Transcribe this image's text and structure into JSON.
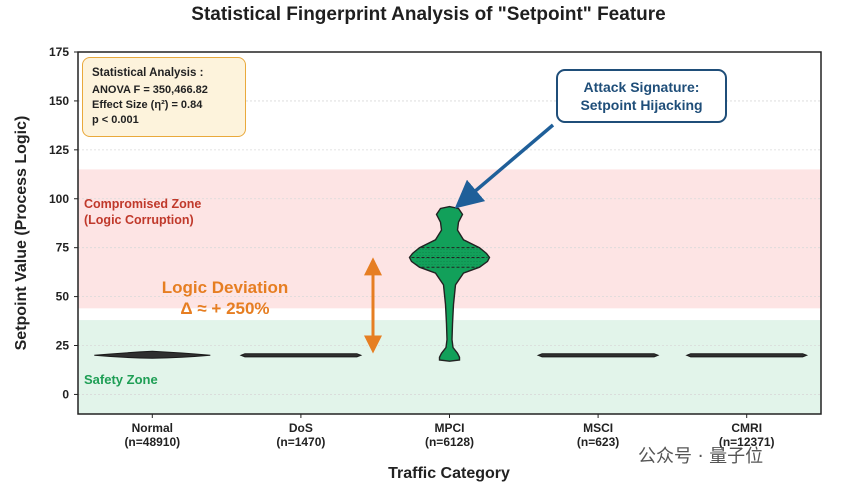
{
  "chart_data": {
    "type": "violin",
    "title": "Statistical Fingerprint Analysis of \"Setpoint\" Feature",
    "xlabel": "Traffic Category",
    "ylabel": "Setpoint Value (Process Logic)",
    "ylim": [
      -10,
      175
    ],
    "yticks": [
      "0",
      "25",
      "50",
      "75",
      "100",
      "125",
      "150",
      "175"
    ],
    "categories": [
      "Normal",
      "DoS",
      "MPCI",
      "MSCI",
      "CMRI"
    ],
    "counts": [
      "(n=48910)",
      "(n=1470)",
      "(n=6128)",
      "(n=623)",
      "(n=12371)"
    ],
    "distributions": [
      {
        "category": "Normal",
        "center": 20,
        "min": 19,
        "max": 21
      },
      {
        "category": "DoS",
        "center": 20,
        "min": 19.5,
        "max": 20.5
      },
      {
        "category": "MPCI",
        "median": 70,
        "min": 17,
        "max": 96,
        "modes": [
          70,
          20
        ]
      },
      {
        "category": "MSCI",
        "center": 20,
        "min": 19.5,
        "max": 20.5
      },
      {
        "category": "CMRI",
        "center": 20,
        "min": 19.5,
        "max": 20.5
      }
    ],
    "zones": [
      {
        "name": "Compromised Zone (Logic Corruption)",
        "from": 44,
        "to": 115,
        "color": "#fde4e4"
      },
      {
        "name": "Safety Zone",
        "from": -10,
        "to": 38,
        "color": "#e2f4ea"
      }
    ],
    "annotations": {
      "stats_title": "Statistical Analysis :",
      "stats_lines": [
        "ANOVA F = 350,466.82",
        "Effect Size (η²) = 0.84",
        "p < 0.001"
      ],
      "attack_line1": "Attack Signature:",
      "attack_line2": "Setpoint Hijacking",
      "compromised_line1": "Compromised Zone",
      "compromised_line2": "(Logic Corruption)",
      "safety": "Safety Zone",
      "deviation_line1": "Logic Deviation",
      "deviation_line2": "Δ ≈ + 250%"
    },
    "colors": {
      "violin": "#12a05a",
      "arrow_blue": "#1f5f99",
      "arrow_orange": "#e67e22"
    },
    "grid": true
  },
  "watermark": "公众号 · 量子位"
}
